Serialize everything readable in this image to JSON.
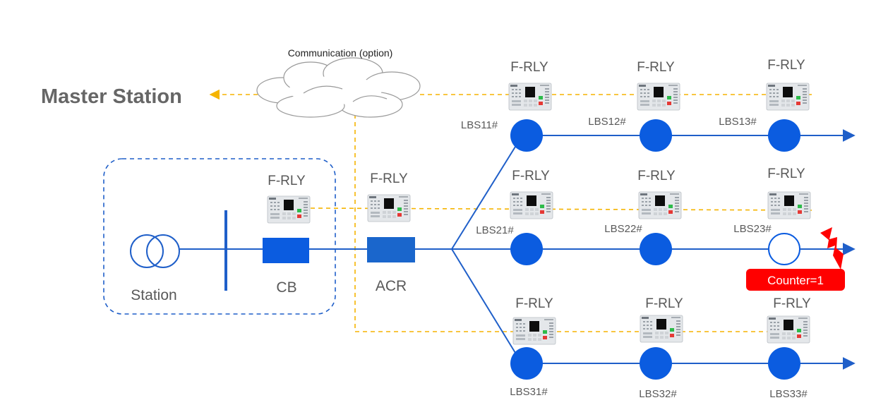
{
  "master_station": "Master Station",
  "communication": "Communication (option)",
  "station": "Station",
  "cb": "CB",
  "acr": "ACR",
  "relay_label": "F-RLY",
  "counter": "Counter=1",
  "switches": {
    "lbs11": "LBS11#",
    "lbs12": "LBS12#",
    "lbs13": "LBS13#",
    "lbs21": "LBS21#",
    "lbs22": "LBS22#",
    "lbs23": "LBS23#",
    "lbs31": "LBS31#",
    "lbs32": "LBS32#",
    "lbs33": "LBS33#"
  },
  "colors": {
    "line": "#1f5fc9",
    "node": "#0b5ce0",
    "comm_line": "#f5b400",
    "fault": "#ff0000",
    "text": "#595959"
  },
  "icons": {
    "relay": "relay-device-icon",
    "cloud": "cloud-icon",
    "transformer": "transformer-icon",
    "fault": "lightning-fault-icon"
  }
}
